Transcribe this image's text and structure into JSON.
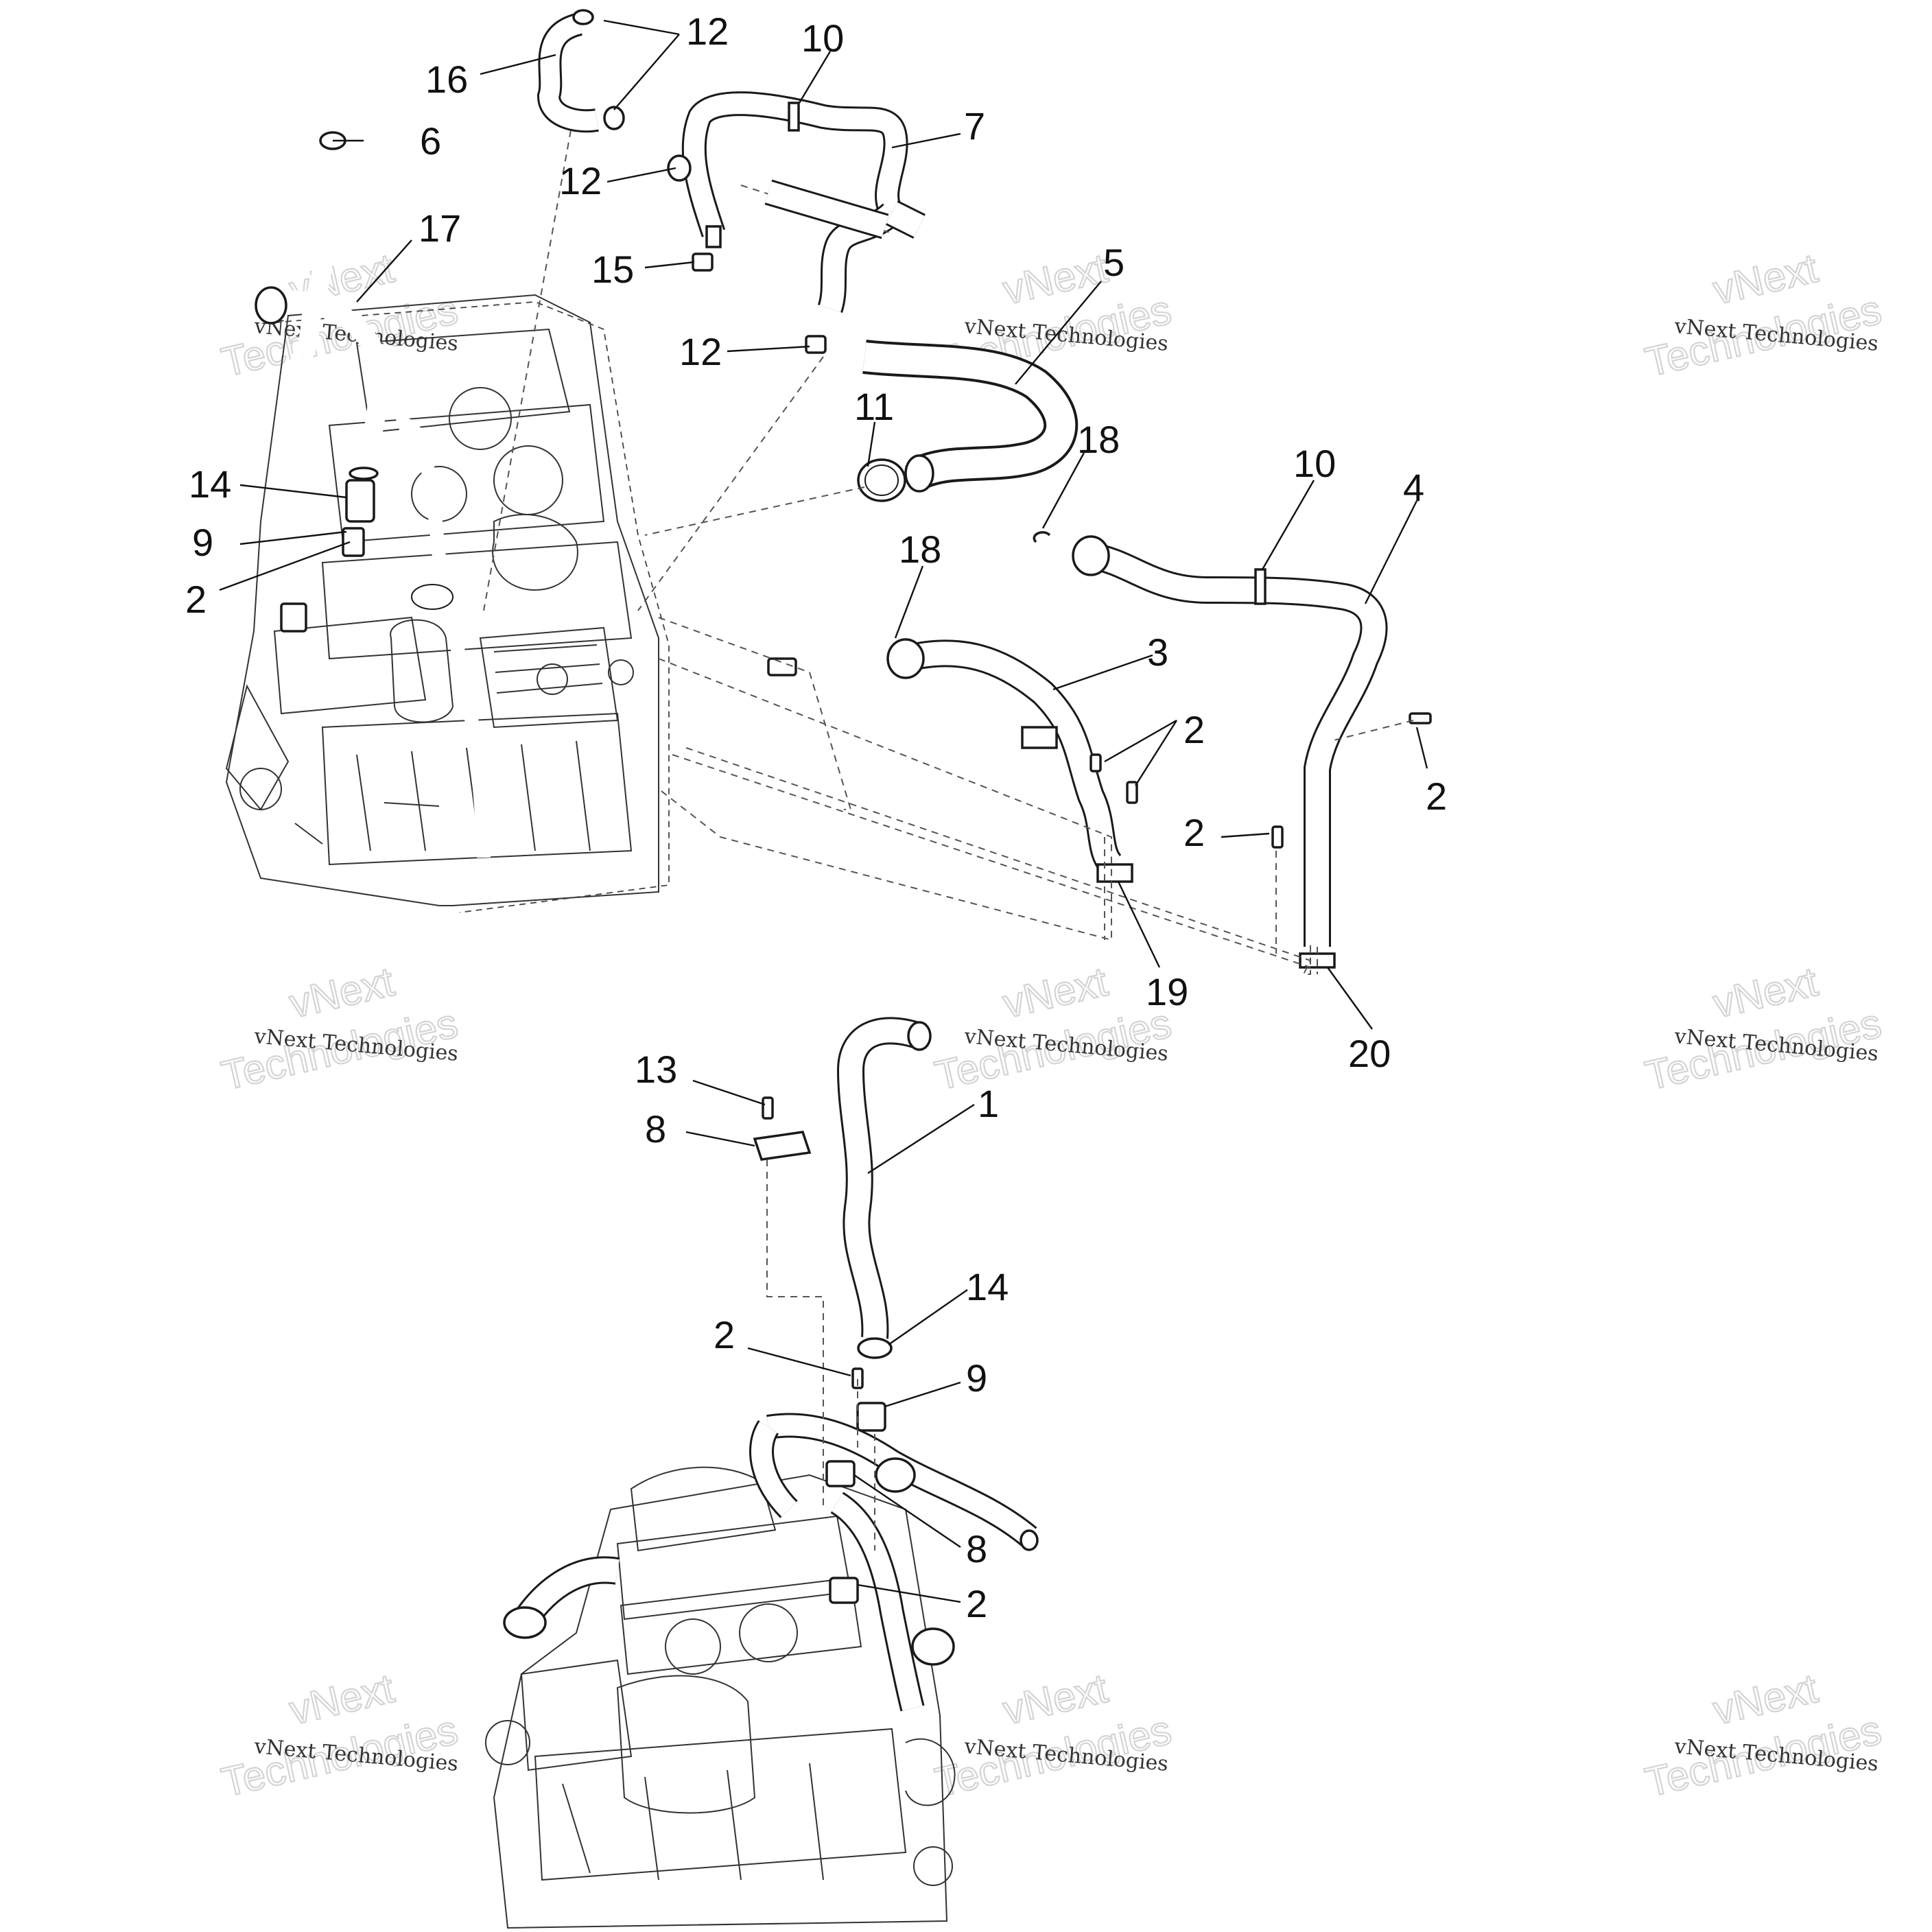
{
  "watermark": {
    "line1": "vNext",
    "line2": "Technologies",
    "line3": "vNext Technologies"
  },
  "callouts": {
    "c1": "1",
    "c2a": "2",
    "c2b": "2",
    "c2c": "2",
    "c2d": "2",
    "c2e": "2",
    "c2f": "2",
    "c3": "3",
    "c4": "4",
    "c5": "5",
    "c6": "6",
    "c7": "7",
    "c8a": "8",
    "c8b": "8",
    "c9a": "9",
    "c9b": "9",
    "c10a": "10",
    "c10b": "10",
    "c11": "11",
    "c12a": "12",
    "c12b": "12",
    "c12c": "12",
    "c13": "13",
    "c14a": "14",
    "c14b": "14",
    "c15": "15",
    "c16": "16",
    "c17": "17",
    "c18a": "18",
    "c18b": "18",
    "c19": "19",
    "c20": "20"
  }
}
